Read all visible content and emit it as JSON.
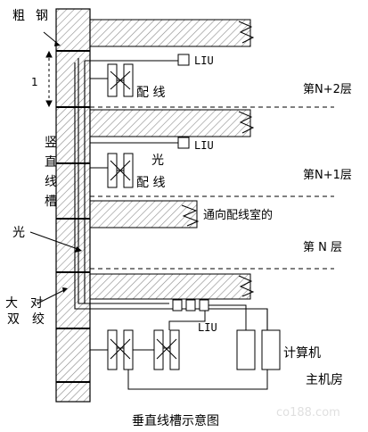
{
  "labels": {
    "steel_a": "粗",
    "steel_b": "钢",
    "one": "1",
    "liu_top": "LIU",
    "patch_top": "配 线",
    "floor_n2": "第N+2层",
    "shaft_1": "竖",
    "shaft_2": "直",
    "shaft_3": "线",
    "shaft_4": "槽",
    "optical_mid": "光",
    "liu_mid": "LIU",
    "patch_mid": "配 线",
    "floor_n1": "第N+1层",
    "to_room": "通向配线室的",
    "optical_left": "光",
    "floor_n": "第 N 层",
    "big": "大",
    "pair_a": "对",
    "pair_b": "双",
    "pair_c": "绞",
    "liu_bottom": "LIU",
    "computer": "计算机",
    "host_room": "主机房",
    "caption": "垂直线槽示意图"
  },
  "colors": {
    "line": "#000000",
    "hatch": "#8a8a8a",
    "dashed": "#000000",
    "background": "#ffffff"
  },
  "watermark": "co188.com"
}
